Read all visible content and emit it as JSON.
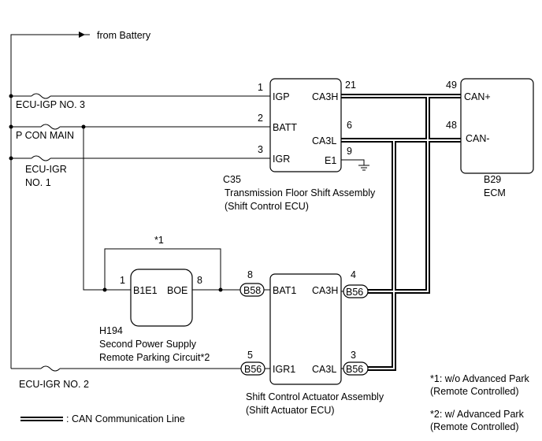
{
  "battery": {
    "label": "from Battery"
  },
  "fuses": {
    "igp": "ECU-IGP NO. 3",
    "pcon": "P CON MAIN",
    "igr1_line1": "ECU-IGR",
    "igr1_line2": "NO. 1",
    "igr2": "ECU-IGR NO. 2"
  },
  "c35": {
    "code": "C35",
    "name": "Transmission Floor Shift Assembly",
    "sub": "(Shift Control ECU)",
    "pins": {
      "igp": {
        "num": "1",
        "label": "IGP"
      },
      "batt": {
        "num": "2",
        "label": "BATT"
      },
      "igr": {
        "num": "3",
        "label": "IGR"
      },
      "ca3h": {
        "num": "21",
        "label": "CA3H"
      },
      "ca3l": {
        "num": "6",
        "label": "CA3L"
      },
      "e1": {
        "num": "9",
        "label": "E1"
      }
    }
  },
  "b29": {
    "code": "B29",
    "name": "ECM",
    "pins": {
      "canp": {
        "num": "49",
        "label": "CAN+"
      },
      "canm": {
        "num": "48",
        "label": "CAN-"
      }
    }
  },
  "h194": {
    "code": "H194",
    "name": "Second Power Supply",
    "sub": "Remote Parking Circuit*2",
    "pins": {
      "b1e1": {
        "num": "1",
        "label": "B1E1"
      },
      "boe": {
        "num": "8",
        "label": "BOE"
      }
    },
    "bypass_note": "*1"
  },
  "actuator": {
    "name": "Shift Control Actuator Assembly",
    "sub": "(Shift Actuator ECU)",
    "pins": {
      "bat1": {
        "num": "8",
        "label": "BAT1",
        "conn": "B58"
      },
      "igr1": {
        "num": "5",
        "label": "IGR1",
        "conn": "B56"
      },
      "ca3h": {
        "num": "4",
        "label": "CA3H",
        "conn": "B56"
      },
      "ca3l": {
        "num": "3",
        "label": "CA3L",
        "conn": "B56"
      }
    }
  },
  "notes": {
    "n1_line1": "*1: w/o Advanced Park",
    "n1_line2": "(Remote Controlled)",
    "n2_line1": "*2: w/ Advanced Park",
    "n2_line2": "(Remote Controlled)"
  },
  "legend": {
    "label": ": CAN Communication Line"
  }
}
